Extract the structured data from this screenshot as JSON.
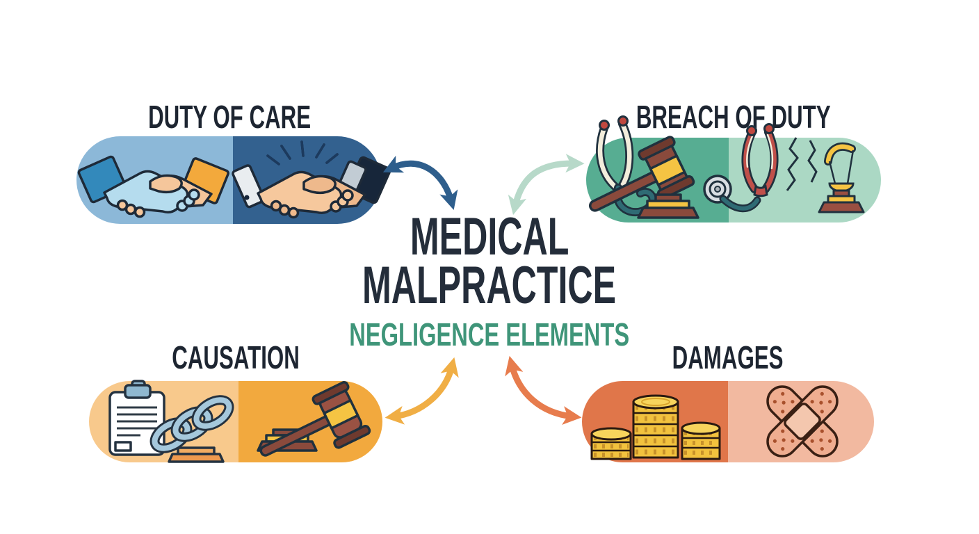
{
  "page": {
    "background": "#ffffff"
  },
  "title": {
    "line1": "MEDICAL",
    "line2": "MALPRACTICE",
    "subtitle": "NEGLIGENCE ELEMENTS",
    "title_color": "#242d3a",
    "subtitle_color": "#3f9579"
  },
  "labels_color": "#1d2531",
  "quadrants": {
    "duty_of_care": {
      "label": "DUTY OF CARE",
      "left_bg": "#8cb8d8",
      "right_bg": "#33618f",
      "icons": [
        "handshake-agreement-icon",
        "handshake-impact-icon"
      ]
    },
    "breach_of_duty": {
      "label": "BREACH OF DUTY",
      "left_bg": "#57ad92",
      "right_bg": "#abd8c4",
      "icons": [
        "stethoscope-gavel-icon",
        "broken-stethoscope-scales-icon"
      ]
    },
    "causation": {
      "label": "CAUSATION",
      "left_bg": "#f8c98c",
      "right_bg": "#f2a93e",
      "icons": [
        "clipboard-chain-icon",
        "gavel-icon"
      ]
    },
    "damages": {
      "label": "DAMAGES",
      "left_bg": "#e0764a",
      "right_bg": "#f2b9a0",
      "icons": [
        "coin-stacks-icon",
        "crossed-bandages-icon"
      ]
    }
  },
  "arrows": {
    "duty": {
      "color": "#2e5e8c"
    },
    "breach": {
      "color": "#b7d9c9"
    },
    "causation": {
      "color": "#f0ae45"
    },
    "damages": {
      "color": "#e77c4d"
    }
  }
}
